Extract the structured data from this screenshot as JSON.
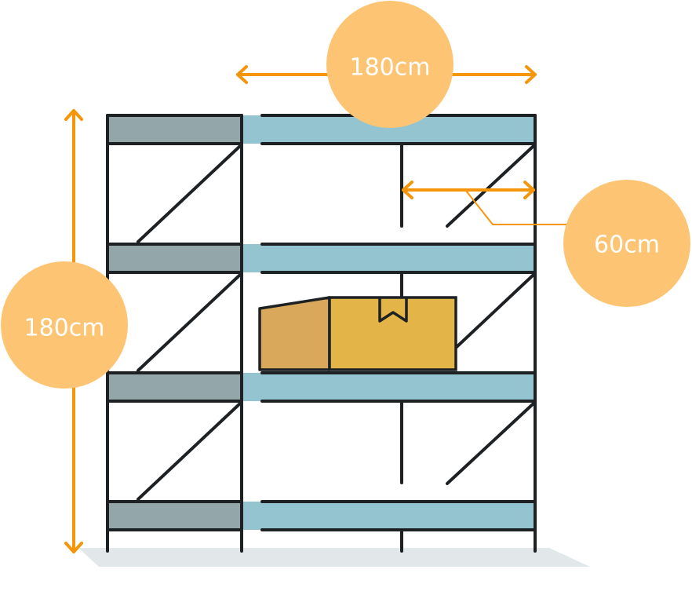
{
  "colors": {
    "frame": "#1e2124",
    "shelf_side": "#93a6aa",
    "shelf_main": "#93c4d0",
    "floor": "#e2e7ea",
    "dimension_line": "#f5960a",
    "dimension_badge": "#fdc573",
    "badge_text": "#ffffff",
    "box_side": "#d9a85a",
    "box_front": "#e3b548"
  },
  "dimensions": {
    "width_label": "180cm",
    "height_label": "180cm",
    "depth_label": "60cm"
  },
  "icons": {
    "box": "cardboard-box-icon",
    "arrow": "double-arrow-icon"
  }
}
